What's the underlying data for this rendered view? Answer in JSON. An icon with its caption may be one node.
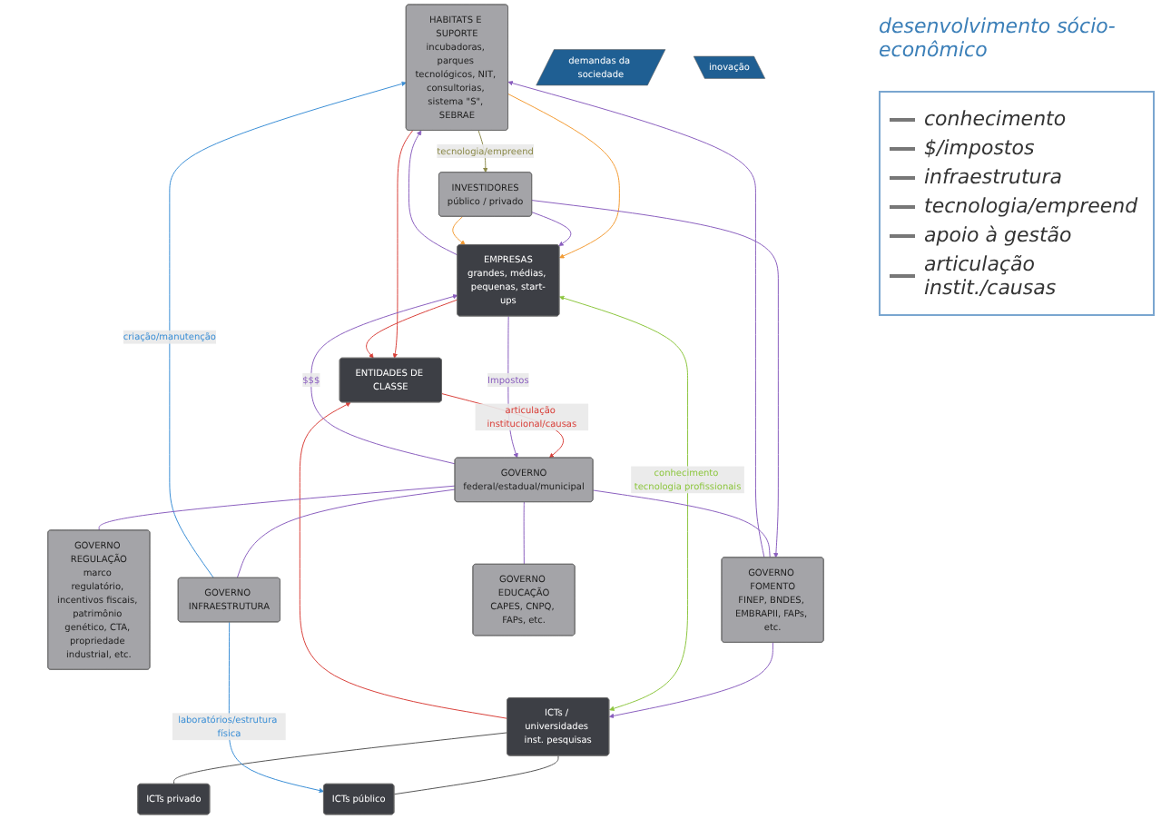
{
  "diagram": {
    "nodes": [
      {
        "text": [
          "HABITATS E SUPORTE",
          "incubadoras, parques tecnológicos, NIT, consultorias, sistema \"S\", SEBRAE"
        ]
      },
      {
        "text": [
          "ICTs / universidades inst. pesquisas"
        ]
      },
      {
        "text": [
          "ICTs privado"
        ]
      },
      {
        "text": [
          "ICTs público"
        ]
      },
      {
        "text": [
          "INVESTIDORES",
          "público / privado"
        ]
      },
      {
        "text": [
          "EMPRESAS",
          "grandes, médias, pequenas, start-ups"
        ]
      },
      {
        "text": [
          "ENTIDADES DE CLASSE"
        ]
      },
      {
        "text": [
          "GOVERNO",
          "federal/estadual/municipal"
        ]
      },
      {
        "text": [
          "GOVERNO REGULAÇÃO",
          "marco regulatório, incentivos fiscais, patrimônio genético, CTA, propriedade industrial, etc."
        ]
      },
      {
        "text": [
          "GOVERNO FOMENTO",
          "FINEP, BNDES, EMBRAPII, FAPs, etc."
        ]
      },
      {
        "text": [
          "GOVERNO INFRAESTRUTURA"
        ]
      },
      {
        "text": [
          "GOVERNO EDUCAÇÃO",
          "CAPES, CNPQ, FAPs, etc."
        ]
      },
      {
        "text": [
          "demandas da sociedade"
        ]
      },
      {
        "text": [
          "inovação"
        ]
      }
    ],
    "edges": [
      {
        "from": 1,
        "to": 2,
        "arrow": "none",
        "color": "#555555"
      },
      {
        "from": 1,
        "to": 3,
        "arrow": "none",
        "color": "#555555"
      },
      {
        "from": 0,
        "to": 4,
        "arrow": "to",
        "label": "tecnologia/empreend",
        "color": "#8c8a4a"
      },
      {
        "from": 0,
        "to": 5,
        "arrow": "to",
        "color": "#f39c34"
      },
      {
        "from": 4,
        "to": 5,
        "arrow": "to",
        "color": "#8b5fbf"
      },
      {
        "from": 4,
        "to": 5,
        "arrow": "to",
        "color": "#f39c34"
      },
      {
        "from": 4,
        "to": 9,
        "arrow": "to",
        "color": "#8b5fbf"
      },
      {
        "from": 1,
        "to": 5,
        "arrow": "both",
        "label": "conhecimento tecnologia profissionais",
        "color": "#8dc63f"
      },
      {
        "from": 5,
        "to": 0,
        "arrow": "to",
        "color": "#8b5fbf"
      },
      {
        "from": 0,
        "to": 6,
        "arrow": "to",
        "color": "#d9403a"
      },
      {
        "from": 1,
        "to": 6,
        "arrow": "to",
        "color": "#d9403a"
      },
      {
        "from": 5,
        "to": 6,
        "arrow": "to",
        "color": "#d9403a"
      },
      {
        "from": 6,
        "to": 7,
        "arrow": "to",
        "label": "articulação institucional/causas",
        "color": "#d9403a"
      },
      {
        "from": 7,
        "to": 5,
        "arrow": "to",
        "label": "$$$",
        "color": "#8b5fbf"
      },
      {
        "from": 5,
        "to": 7,
        "arrow": "to",
        "label": "Impostos",
        "color": "#8b5fbf"
      },
      {
        "from": 10,
        "to": 3,
        "arrow": "to",
        "label": "laboratórios/estrutura física",
        "color": "#3b8fd6"
      },
      {
        "from": 10,
        "to": 0,
        "arrow": "to",
        "label": "criação/manutenção",
        "color": "#3b8fd6"
      },
      {
        "from": 9,
        "to": 0,
        "arrow": "to",
        "color": "#8b5fbf"
      },
      {
        "from": 9,
        "to": 1,
        "arrow": "to",
        "color": "#8b5fbf"
      },
      {
        "from": 7,
        "to": 8,
        "arrow": "none",
        "color": "#8b5fbf"
      },
      {
        "from": 7,
        "to": 9,
        "arrow": "none",
        "color": "#8b5fbf"
      },
      {
        "from": 7,
        "to": 10,
        "arrow": "none",
        "color": "#8b5fbf"
      },
      {
        "from": 7,
        "to": 11,
        "arrow": "none",
        "color": "#8b5fbf"
      }
    ],
    "labels": [
      "desenvolvimento sócio-econômico"
    ],
    "legend": [
      {
        "text": "conhecimento"
      },
      {
        "text": "$/impostos"
      },
      {
        "text": "infraestrutura"
      },
      {
        "text": "tecnologia/empreend"
      },
      {
        "text": "apoio à gestão"
      },
      {
        "text": "articulação instit./causas"
      }
    ]
  }
}
